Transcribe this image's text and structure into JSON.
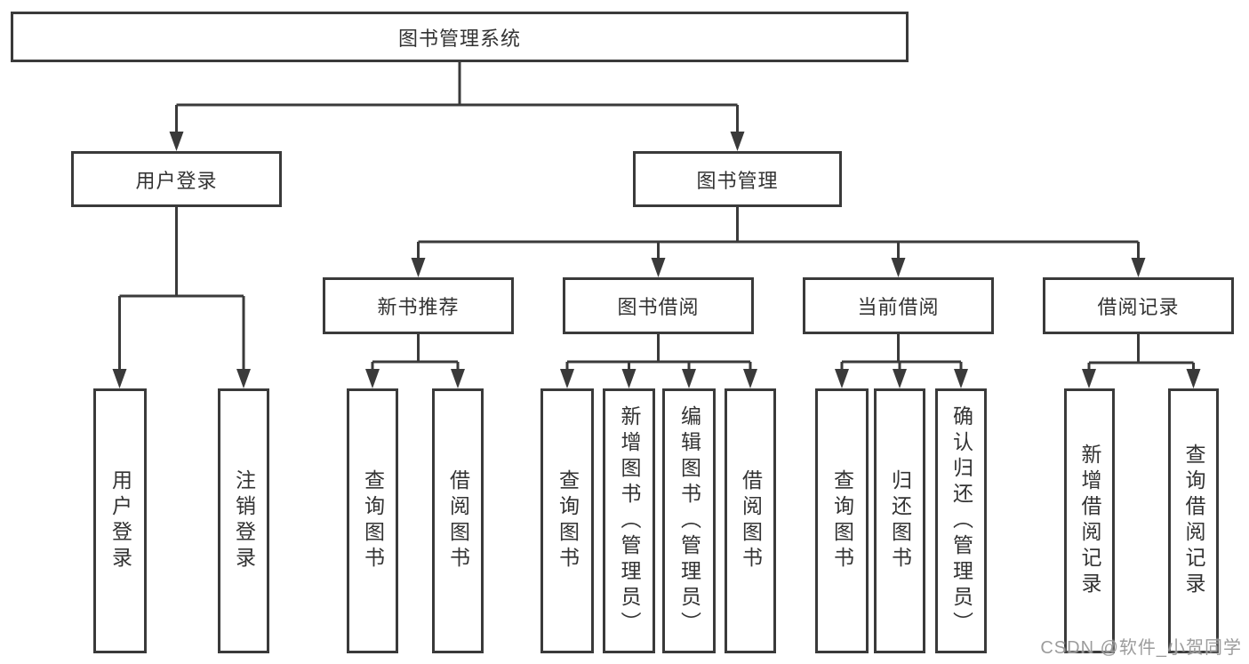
{
  "diagram": {
    "root": "图书管理系统",
    "user_login_branch": {
      "label": "用户登录",
      "children": [
        {
          "label": "用户登录"
        },
        {
          "label": "注销登录"
        }
      ]
    },
    "book_mgmt_branch": {
      "label": "图书管理",
      "sections": [
        {
          "label": "新书推荐",
          "children": [
            {
              "label": "查询图书"
            },
            {
              "label": "借阅图书"
            }
          ]
        },
        {
          "label": "图书借阅",
          "children": [
            {
              "label": "查询图书"
            },
            {
              "label": "新增图书（管理员）"
            },
            {
              "label": "编辑图书（管理员）"
            },
            {
              "label": "借阅图书"
            }
          ]
        },
        {
          "label": "当前借阅",
          "children": [
            {
              "label": "查询图书"
            },
            {
              "label": "归还图书"
            },
            {
              "label": "确认归还（管理员）"
            }
          ]
        },
        {
          "label": "借阅记录",
          "children": [
            {
              "label": "新增借阅记录"
            },
            {
              "label": "查询借阅记录"
            }
          ]
        }
      ]
    }
  },
  "watermark": "CSDN @软件_小贺同学",
  "colors": {
    "line": "#3a3a3a",
    "box_border": "#3a3a3a",
    "text": "#333333",
    "watermark": "#949494",
    "background": "#ffffff"
  }
}
